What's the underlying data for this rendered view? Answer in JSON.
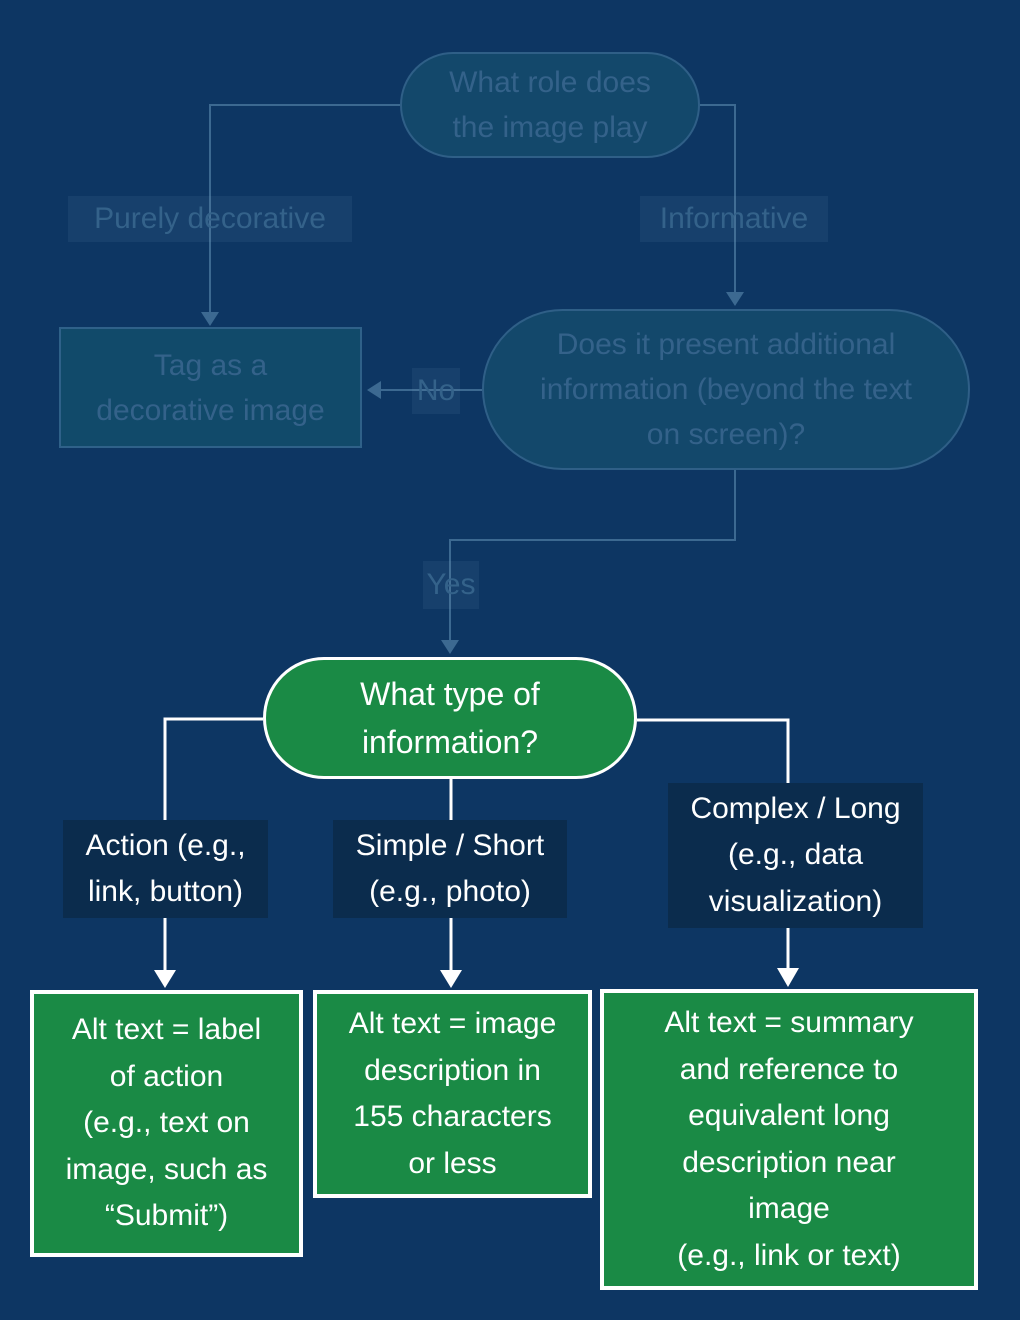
{
  "colors": {
    "background": "#0d3663",
    "accent_green": "#1a8a45",
    "faded_fill": "#13486b",
    "faded_border": "#2f5f87",
    "faded_text": "#34628a",
    "dark_label_bg": "#0b2c4d",
    "text_white": "#ffffff"
  },
  "flowchart": {
    "root_question": "What role does\nthe image play",
    "branch_decorative": "Purely decorative",
    "branch_informative": "Informative",
    "tag_decorative": "Tag as a\ndecorative image",
    "additional_info_question": "Does it present additional\ninformation (beyond the text\non screen)?",
    "no_label": "No",
    "yes_label": "Yes",
    "type_question": "What type of\ninformation?",
    "type_action": "Action (e.g.,\nlink, button)",
    "type_simple": "Simple / Short\n(e.g., photo)",
    "type_complex": "Complex / Long\n(e.g., data\nvisualization)",
    "alt_action": "Alt text = label\nof action\n(e.g., text on\nimage, such as\n“Submit”)",
    "alt_simple": "Alt text = image\ndescription in\n155 characters\nor less",
    "alt_complex": "Alt text = summary\nand reference to\nequivalent long\ndescription near\nimage\n(e.g., link or text)"
  }
}
